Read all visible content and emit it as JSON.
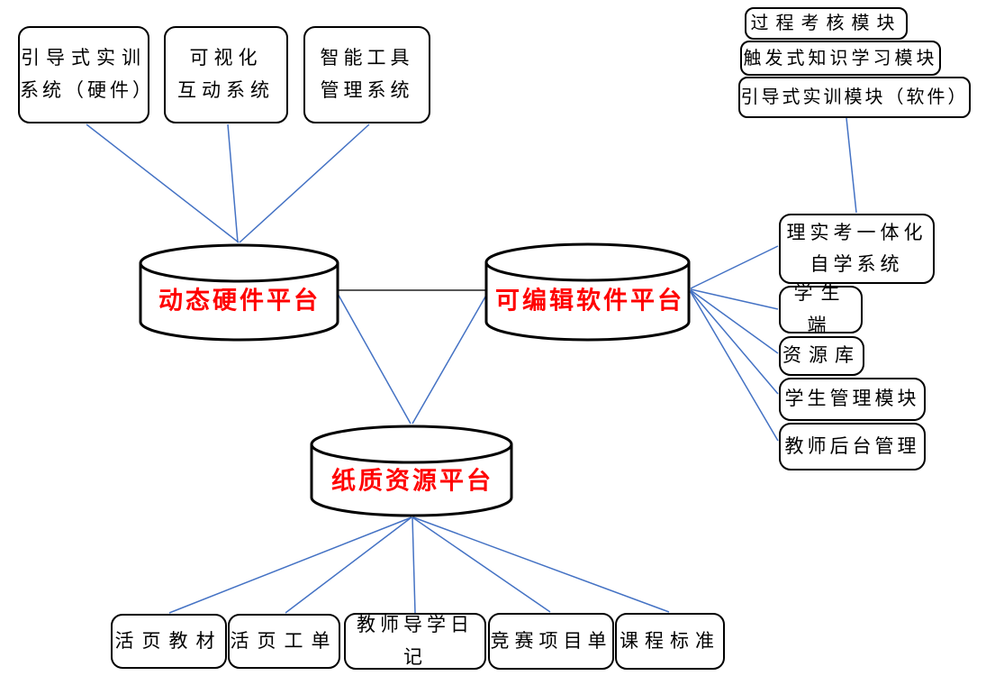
{
  "colors": {
    "connector_blue": "#4472C4",
    "connector_black": "#3f3f3f",
    "box_border": "#000000",
    "platform_text_red": "#FF0000",
    "background": "#ffffff"
  },
  "platforms": {
    "hardware": {
      "label": "动态硬件平台"
    },
    "software": {
      "label": "可编辑软件平台"
    },
    "paper": {
      "label": "纸质资源平台"
    }
  },
  "hardware_modules": [
    {
      "line1": "引导式实训",
      "line2": "系统（硬件）"
    },
    {
      "line1": "可视化",
      "line2": "互动系统"
    },
    {
      "line1": "智能工具",
      "line2": "管理系统"
    }
  ],
  "software_top_modules": [
    {
      "label": "过程考核模块"
    },
    {
      "label": "触发式知识学习模块"
    },
    {
      "label": "引导式实训模块（软件）"
    }
  ],
  "software_right_modules": [
    {
      "line1": "理实考一体化",
      "line2": "自学系统"
    },
    {
      "label": "学生端"
    },
    {
      "label": "资源库"
    },
    {
      "label": "学生管理模块"
    },
    {
      "label": "教师后台管理"
    }
  ],
  "paper_modules": [
    {
      "label": "活页教材"
    },
    {
      "label": "活页工单"
    },
    {
      "label": "教师导学日记"
    },
    {
      "label": "竞赛项目单"
    },
    {
      "label": "课程标准"
    }
  ]
}
